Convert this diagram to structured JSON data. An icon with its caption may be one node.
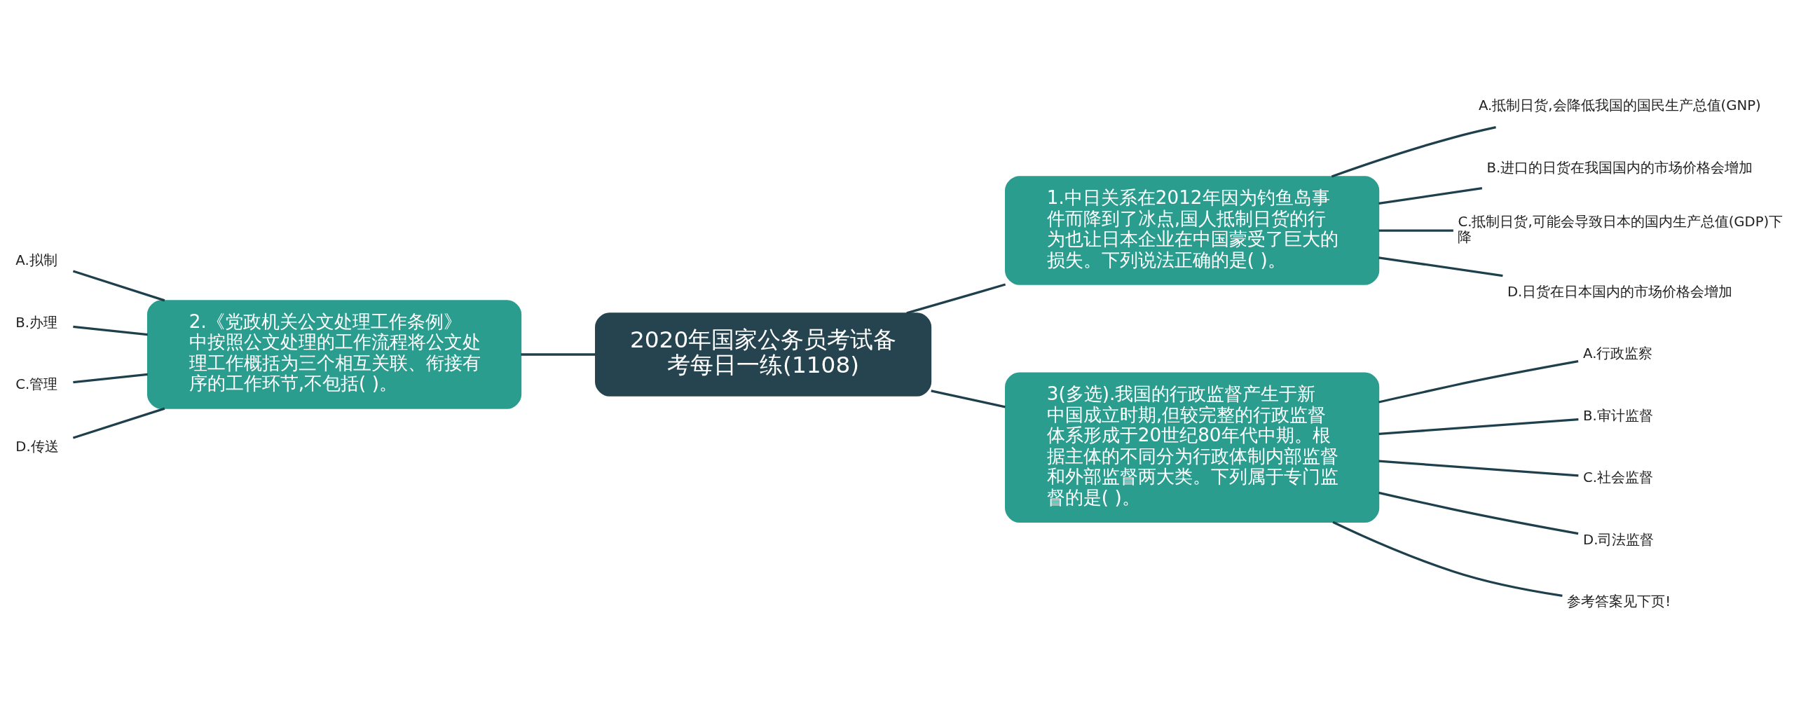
{
  "diagram": {
    "nodes": [
      {
        "text": [
          "2020年国家公务员考试备考每日一练(1108)"
        ]
      },
      {
        "text": [
          "1.中日关系在2012年因为钓鱼岛事件而降到了冰点,国人抵制日货的行为也让日本企业在中国蒙受了巨大的损失。下列说法正确的是( )。"
        ]
      },
      {
        "text": [
          "A.抵制日货,会降低我国的国民生产总值(GNP)"
        ]
      },
      {
        "text": [
          "B.进口的日货在我国国内的市场价格会增加"
        ]
      },
      {
        "text": [
          "C.抵制日货,可能会导致日本的国内生产总值(GDP)下降"
        ]
      },
      {
        "text": [
          "D.日货在日本国内的市场价格会增加"
        ]
      },
      {
        "text": [
          "3(多选).我国的行政监督产生于新中国成立时期,但较完整的行政监督体系形成于20世纪80年代中期。根据主体的不同分为行政体制内部监督和外部监督两大类。下列属于专门监督的是( )。"
        ]
      },
      {
        "text": [
          "A.行政监察"
        ]
      },
      {
        "text": [
          "B.审计监督"
        ]
      },
      {
        "text": [
          "C.社会监督"
        ]
      },
      {
        "text": [
          "D.司法监督"
        ]
      },
      {
        "text": [
          "参考答案见下页!"
        ]
      },
      {
        "text": [
          "2.《党政机关公文处理工作条例》中按照公文处理的工作流程将公文处理工作概括为三个相互关联、衔接有序的工作环节,不包括( )。"
        ]
      },
      {
        "text": [
          "A.拟制"
        ]
      },
      {
        "text": [
          "B.办理"
        ]
      },
      {
        "text": [
          "C.管理"
        ]
      },
      {
        "text": [
          "D.传送"
        ]
      }
    ],
    "edges": [
      {
        "from": 0,
        "to": 1,
        "arrow": "none"
      },
      {
        "from": 1,
        "to": 2,
        "arrow": "none"
      },
      {
        "from": 1,
        "to": 3,
        "arrow": "none"
      },
      {
        "from": 1,
        "to": 4,
        "arrow": "none"
      },
      {
        "from": 1,
        "to": 5,
        "arrow": "none"
      },
      {
        "from": 0,
        "to": 6,
        "arrow": "none"
      },
      {
        "from": 6,
        "to": 7,
        "arrow": "none"
      },
      {
        "from": 6,
        "to": 8,
        "arrow": "none"
      },
      {
        "from": 6,
        "to": 9,
        "arrow": "none"
      },
      {
        "from": 6,
        "to": 10,
        "arrow": "none"
      },
      {
        "from": 6,
        "to": 11,
        "arrow": "none"
      },
      {
        "from": 0,
        "to": 12,
        "arrow": "none"
      },
      {
        "from": 12,
        "to": 13,
        "arrow": "none"
      },
      {
        "from": 12,
        "to": 14,
        "arrow": "none"
      },
      {
        "from": 12,
        "to": 15,
        "arrow": "none"
      },
      {
        "from": 12,
        "to": 16,
        "arrow": "none"
      }
    ]
  }
}
